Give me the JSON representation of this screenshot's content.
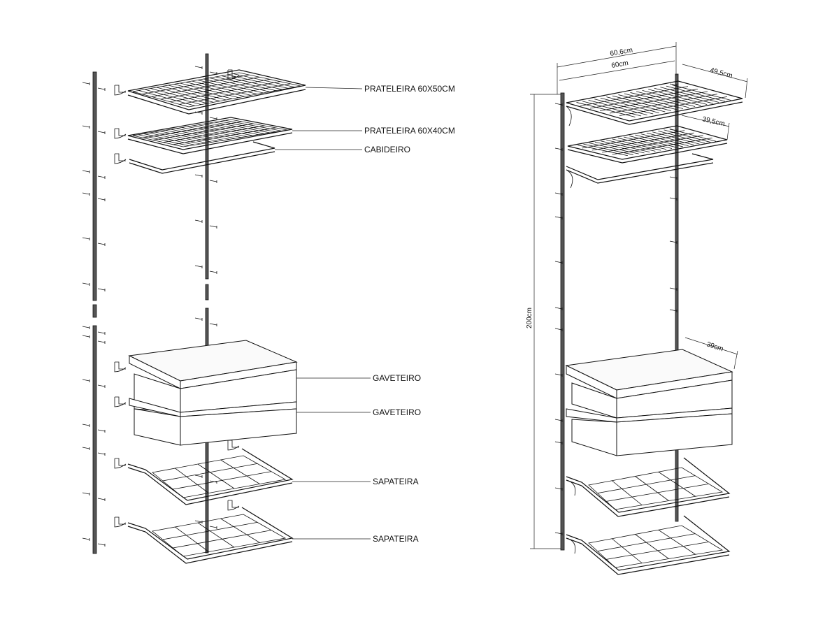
{
  "exploded_view": {
    "labels": {
      "shelf_large": "PRATELEIRA 60X50CM",
      "shelf_small": "PRATELEIRA 60X40CM",
      "hanger_rod": "CABIDEIRO",
      "drawer_top": "GAVETEIRO",
      "drawer_bottom": "GAVETEIRO",
      "shoe_rack_top": "SAPATEIRA",
      "shoe_rack_bottom": "SAPATEIRA"
    }
  },
  "assembled_view": {
    "dimensions": {
      "outer_width": "60,6cm",
      "inner_width": "60cm",
      "shelf_large_depth": "49,5cm",
      "shelf_small_depth": "39,5cm",
      "drawer_depth": "39cm",
      "height": "200cm"
    }
  },
  "colors": {
    "line": "#111111",
    "rail": "#555555",
    "background": "#ffffff"
  }
}
